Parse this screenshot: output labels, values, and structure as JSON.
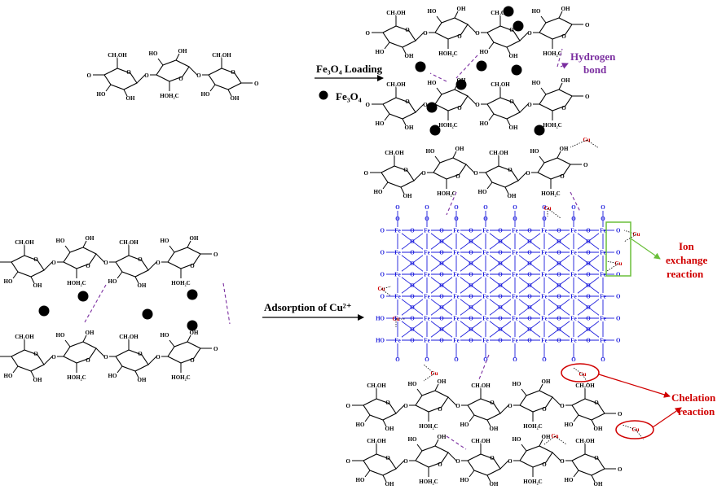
{
  "labels": {
    "fe3o4_loading": "Fe₃O₄ Loading",
    "fe3o4_legend": "Fe₃O₄",
    "hydrogen_bond": [
      "Hydrogen",
      "bond"
    ],
    "adsorption": "Adsorption of Cu²⁺",
    "ion_exchange": [
      "Ion",
      "exchange",
      "reaction"
    ],
    "chelation": [
      "Chelation",
      "reaction"
    ]
  },
  "atoms": {
    "ch2oh": "CH₂OH",
    "hoh2c": "HOH₂C",
    "oh": "OH",
    "ho": "HO",
    "o": "O",
    "fe": "Fe",
    "cu": "Cu"
  },
  "colors": {
    "black": "#000000",
    "hydrogen_bond": "#7b2fa0",
    "iron_oxide": "#1a1adc",
    "copper": "#d00000",
    "ion_exchange_box": "#6abf3a",
    "chelation_circle": "#d00000"
  }
}
